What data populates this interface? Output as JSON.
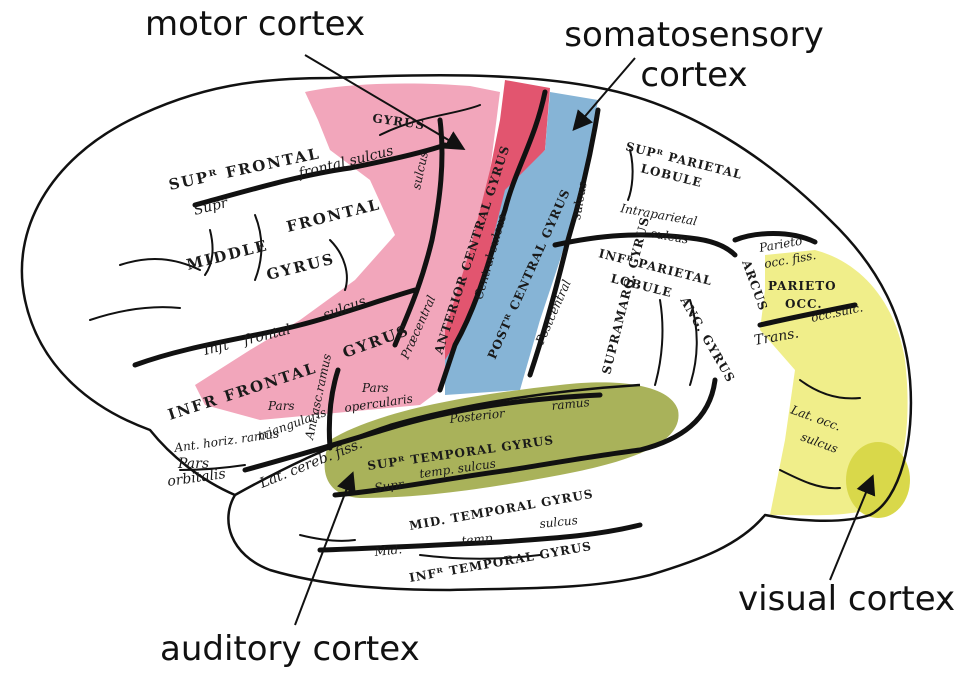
{
  "callouts": {
    "motor": "motor cortex",
    "somatosensory_line1": "somatosensory",
    "somatosensory_line2": "cortex",
    "visual": "visual cortex",
    "auditory": "auditory cortex"
  },
  "brain_labels": {
    "supr_frontal": "SUPᴿ FRONTAL",
    "supr_frontal_sulcus_a": "Supr",
    "supr_frontal_sulcus_b": "frontal sulcus",
    "middle": "MIDDLE",
    "frontal": "FRONTAL",
    "gyrus_mid": "GYRUS",
    "inft_frontal_sulcus_a": "Inft",
    "inft_frontal_sulcus_b": "frontal",
    "inft_frontal_sulcus_c": "sulcus",
    "inf_frontal": "INFR FRONTAL",
    "gyrus_inf": "GYRUS",
    "pars_triangularis_a": "Pars",
    "pars_triangularis_b": "triangularis",
    "pars_opercularis_a": "Pars",
    "pars_opercularis_b": "opercularis",
    "ant_asc_ramus": "Ant.asc.ramus",
    "ant_horiz_ramus": "Ant. horiz. ramus",
    "pars_orbitalis_a": "Pars",
    "pars_orbitalis_b": "orbitalis",
    "gyrus_top": "GYRUS",
    "praecentral_sulcus_a": "sulcus",
    "praecentral_sulcus_b": "Præcentral",
    "anterior_central_gyrus": "ANTERIOR CENTRAL GYRUS",
    "central_sulcus": "Central sulcus",
    "post_central_gyrus": "POSTᴿ CENTRAL GYRUS",
    "postcentral_sulcus_a": "sulcus",
    "postcentral_sulcus_b": "Postcentral",
    "sup_parietal": "SUPᴿ PARIETAL",
    "lobule_sup": "LOBULE",
    "intraparietal_a": "Intraparietal",
    "intraparietal_b": "sulcus",
    "inf_parietal": "INFᴿ PARIETAL",
    "lobule_inf": "LOBULE",
    "supramarg_gyrus": "SUPRAMARG. GYRUS",
    "ang_gyrus": "ANG. GYRUS",
    "parieto_occ_fiss_a": "Parieto",
    "parieto_occ_fiss_b": "occ. fiss.",
    "arcus": "ARCUS",
    "parieto_occ_a": "PARIETO",
    "parieto_occ_b": "OCC.",
    "trans_occ_sulc_a": "Trans.",
    "trans_occ_sulc_b": "occ.sulc.",
    "lat_occ_sulcus_a": "Lat. occ.",
    "lat_occ_sulcus_b": "sulcus",
    "posterior_ramus_a": "Posterior",
    "posterior_ramus_b": "ramus",
    "lat_cereb_fiss": "Lat. cereb. fiss.",
    "sup_temporal_gyrus": "SUPᴿ TEMPORAL GYRUS",
    "supr_temp_sulcus_a": "Supr",
    "supr_temp_sulcus_b": "temp. sulcus",
    "mid_temporal_gyrus": "MID. TEMPORAL GYRUS",
    "mid_temp_sulcus_a": "Mid.",
    "mid_temp_sulcus_b": "temp.",
    "mid_temp_sulcus_c": "sulcus",
    "inf_temporal_gyrus": "INFᴿ TEMPORAL GYRUS"
  },
  "colors": {
    "motor": "#f2a6bb",
    "motor_strong": "#e2556f",
    "somatosensory": "#86b4d6",
    "auditory": "#a9b25a",
    "visual": "#f0ee8a",
    "visual_strong": "#d9d84a",
    "outline": "#111111"
  }
}
